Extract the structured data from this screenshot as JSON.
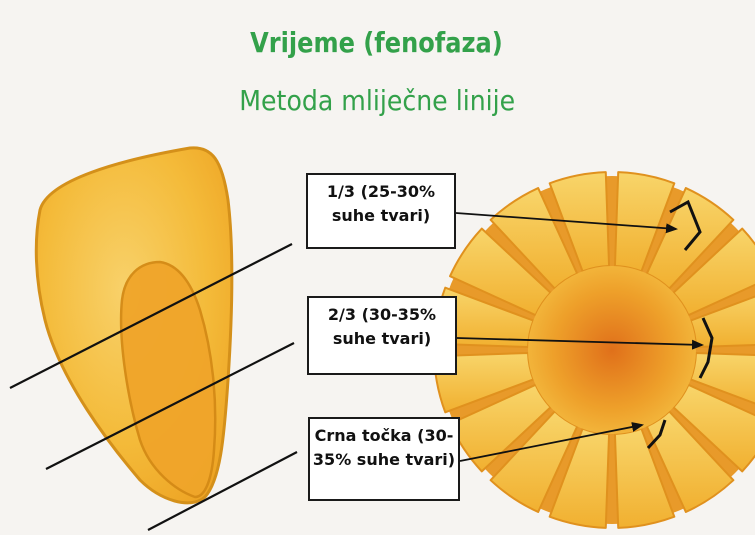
{
  "title": "Vrijeme (fenofaza)",
  "subtitle": "Metoda mliječne linije",
  "labels": [
    {
      "line1": "1/3 (25-30%",
      "line2": "suhe tvari)"
    },
    {
      "line1": "2/3 (30-35%",
      "line2": "suhe tvari)"
    },
    {
      "line1": "Crna točka (30-",
      "line2": "35% suhe tvari)"
    }
  ],
  "colors": {
    "title_green": "#33a14a",
    "kernel_fill": "#f3b52c",
    "kernel_light": "#f8d160",
    "kernel_outline": "#d48a16",
    "cob_center": "#e3791a",
    "line_color": "#111111"
  }
}
